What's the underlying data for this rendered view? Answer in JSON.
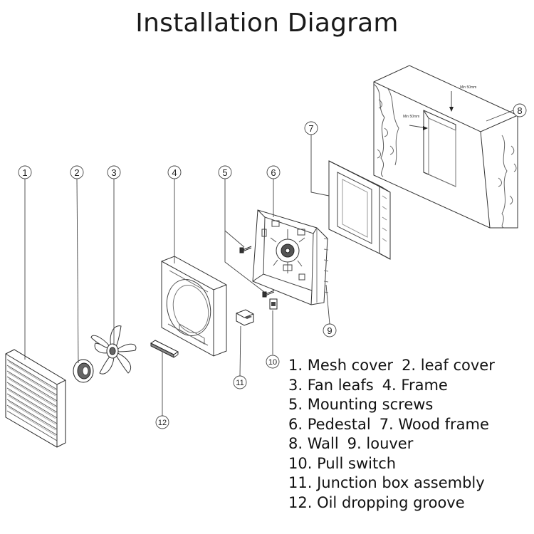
{
  "title": "Installation Diagram",
  "callouts": [
    "1",
    "2",
    "3",
    "4",
    "5",
    "6",
    "7",
    "8",
    "9",
    "10",
    "11",
    "12"
  ],
  "wall_dims": {
    "top": "Min 50mm",
    "side": "Min 50mm"
  },
  "legend": [
    [
      "1. Mesh cover",
      "2. leaf cover"
    ],
    [
      "3. Fan leafs",
      "4. Frame"
    ],
    [
      "5. Mounting screws"
    ],
    [
      "6. Pedestal",
      "7. Wood frame"
    ],
    [
      "8. Wall",
      "9. louver"
    ],
    [
      "10. Pull switch"
    ],
    [
      "11. Junction box assembly"
    ],
    [
      "12. Oil dropping groove"
    ]
  ]
}
